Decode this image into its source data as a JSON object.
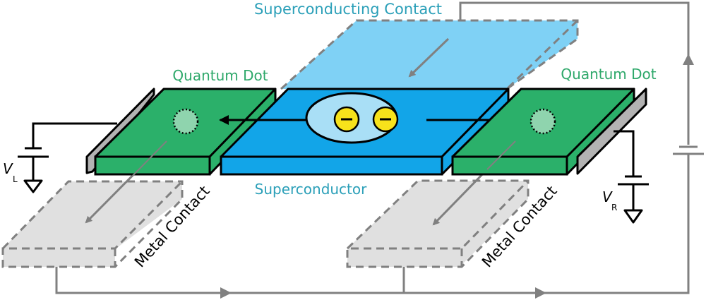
{
  "labels": {
    "superconducting_contact": "Superconducting Contact",
    "quantum_dot_left": "Quantum Dot",
    "quantum_dot_right": "Quantum Dot",
    "superconductor": "Superconductor",
    "metal_contact_left": "Metal Contact",
    "metal_contact_right": "Metal Contact",
    "vl_main": "V",
    "vl_sub": "L",
    "vr_main": "V",
    "vr_sub": "R",
    "electron_1": "−",
    "electron_2": "−"
  },
  "colors": {
    "sc_contact_fill": "#7fd1f5",
    "superconductor_fill": "#12a5e8",
    "superconductor_top": "#12a5e8",
    "quantum_dot_fill": "#2bb06a",
    "quantum_dot_spot": "#8fd4ae",
    "metal_contact_fill": "#e0e0e0",
    "gate_fill": "#b3b3b3",
    "wire_gray": "#808080",
    "label_blue": "#2a9fb8",
    "label_green": "#2ea86a",
    "electron_fill": "#f7e21b",
    "cooper_pair_fill": "#a9dff6"
  }
}
